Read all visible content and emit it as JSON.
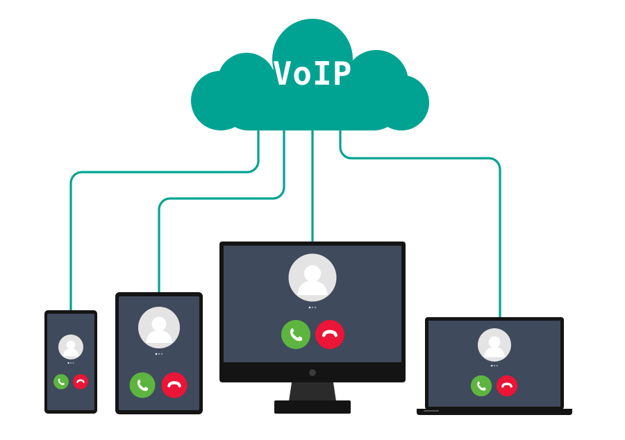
{
  "cloud": {
    "label": "VoIP",
    "color": "#00A392"
  },
  "colors": {
    "link": "#00A392",
    "device_body": "#141414",
    "screen": "#3F4A5C",
    "avatar_bg": "#E4E4E4",
    "avatar_fg": "#FFFFFF",
    "accept": "#5DB540",
    "decline": "#EA1537"
  },
  "devices": [
    {
      "kind": "smartphone",
      "icons": [
        "avatar-icon",
        "accept-call-icon",
        "decline-call-icon"
      ]
    },
    {
      "kind": "tablet",
      "icons": [
        "avatar-icon",
        "accept-call-icon",
        "decline-call-icon"
      ]
    },
    {
      "kind": "desktop-monitor",
      "icons": [
        "avatar-icon",
        "accept-call-icon",
        "decline-call-icon"
      ]
    },
    {
      "kind": "laptop",
      "icons": [
        "avatar-icon",
        "accept-call-icon",
        "decline-call-icon"
      ]
    }
  ]
}
